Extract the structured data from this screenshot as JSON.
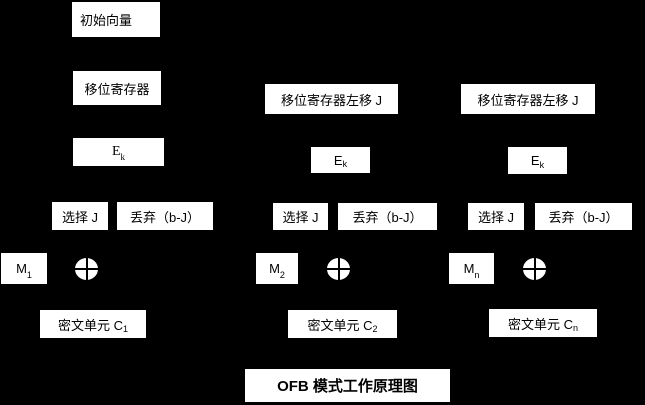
{
  "colors": {
    "background": "#000000",
    "box_fill": "#ffffff",
    "box_text": "#000000"
  },
  "title": "OFB 模式工作原理图",
  "column1": {
    "initial_vector": "初始向量",
    "shift_register": "移位寄存器",
    "encrypt": {
      "base": "E",
      "sub": "k"
    },
    "select": "选择 J",
    "discard": "丢弃（b-J）",
    "plaintext": {
      "base": "M",
      "sub": "1"
    },
    "xor_icon": "xor-circle",
    "ciphertext": {
      "base": "密文单元 C",
      "sub": "1"
    }
  },
  "column2": {
    "shift_register": "移位寄存器左移 J",
    "encrypt": {
      "base": "E",
      "sub": "k"
    },
    "select": "选择 J",
    "discard": "丢弃（b-J）",
    "plaintext": {
      "base": "M",
      "sub": "2"
    },
    "xor_icon": "xor-circle",
    "ciphertext": {
      "base": "密文单元 C",
      "sub": "2"
    }
  },
  "column3": {
    "shift_register": "移位寄存器左移 J",
    "encrypt": {
      "base": "E",
      "sub": "k"
    },
    "select": "选择 J",
    "discard": "丢弃（b-J）",
    "plaintext": {
      "base": "M",
      "sub": "n"
    },
    "xor_icon": "xor-circle",
    "ciphertext": {
      "base": "密文单元 C",
      "sub": "n"
    }
  }
}
